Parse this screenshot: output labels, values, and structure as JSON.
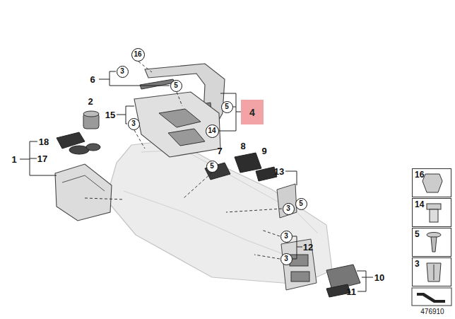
{
  "diagram": {
    "nodes": [
      {
        "text": [
          "16"
        ]
      },
      {
        "text": [
          "3"
        ]
      },
      {
        "text": [
          "5"
        ]
      },
      {
        "text": [
          "5"
        ]
      },
      {
        "text": [
          "4"
        ]
      },
      {
        "text": [
          "14"
        ]
      },
      {
        "text": [
          "3"
        ]
      },
      {
        "text": [
          "5"
        ]
      },
      {
        "text": [
          "3"
        ]
      },
      {
        "text": [
          "5"
        ]
      },
      {
        "text": [
          "3"
        ]
      },
      {
        "text": [
          "3"
        ]
      },
      {
        "text": [
          "16"
        ]
      },
      {
        "text": [
          "14"
        ]
      },
      {
        "text": [
          "5"
        ]
      },
      {
        "text": [
          "3"
        ]
      }
    ],
    "labels": [
      "6",
      "2",
      "15",
      "18",
      "17",
      "1",
      "7",
      "8",
      "9",
      "13",
      "12",
      "10",
      "11",
      "476910"
    ]
  }
}
